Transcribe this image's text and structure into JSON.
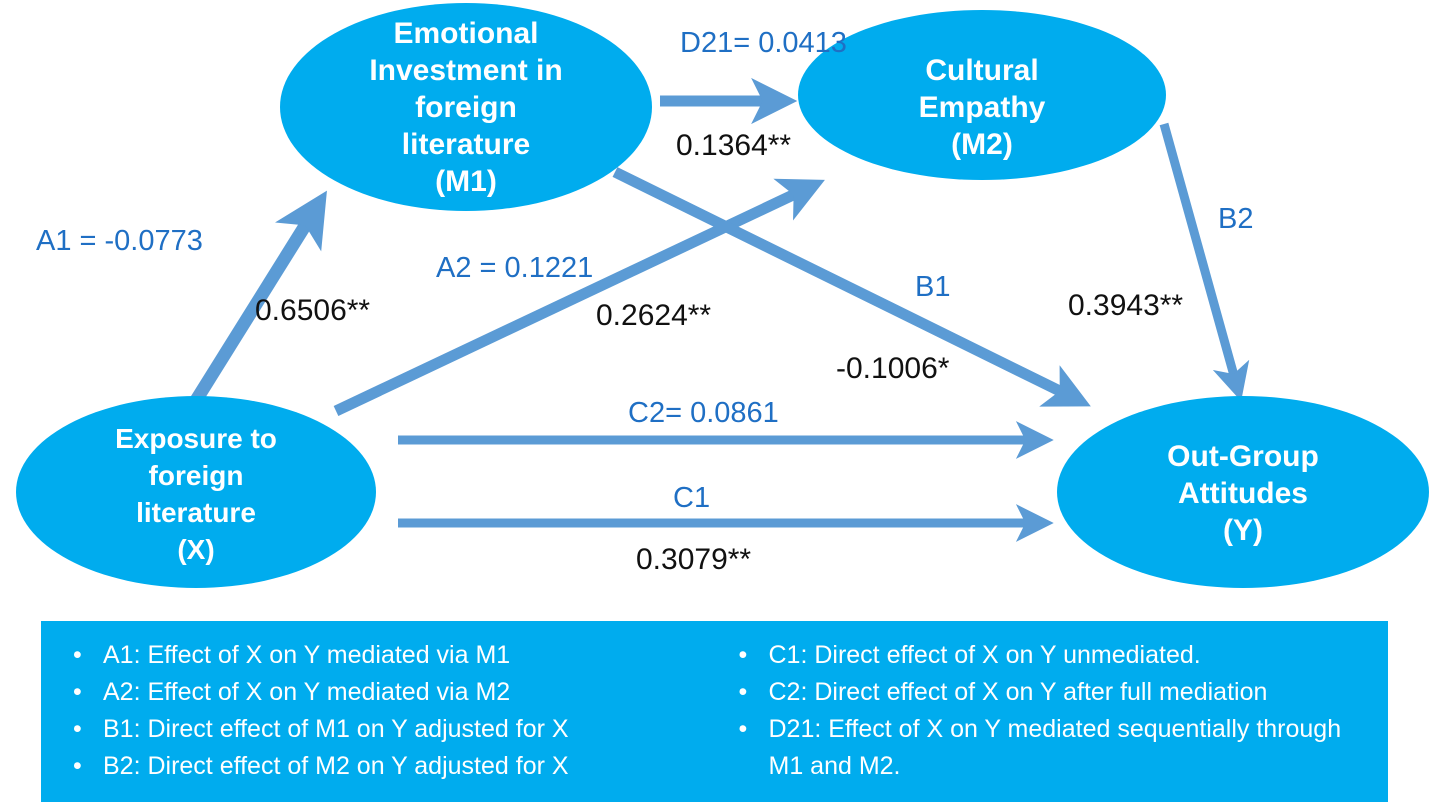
{
  "figure": {
    "type": "path-diagram",
    "title": "Serial mediation model of exposure to foreign literature on out-group attitudes",
    "colors": {
      "node_fill": "#00ACEE",
      "node_text": "#FFFFFF",
      "arrow": "#5B9BD5",
      "label_blue": "#1F6FC4",
      "label_black": "#111111",
      "legend_fill": "#00ACEE",
      "background": "#FFFFFF"
    }
  },
  "nodes": {
    "m1": {
      "name": "emotional-investment-m1",
      "lines": [
        "Emotional",
        "Investment in",
        "foreign",
        "literature",
        "(M1)"
      ]
    },
    "m2": {
      "name": "cultural-empathy-m2",
      "lines": [
        "Cultural",
        "Empathy",
        "(M2)"
      ]
    },
    "x": {
      "name": "exposure-x",
      "lines": [
        "Exposure to",
        "foreign",
        "literature",
        "(X)"
      ]
    },
    "y": {
      "name": "out-group-attitudes-y",
      "lines": [
        "Out-Group",
        "Attitudes",
        "(Y)"
      ]
    }
  },
  "paths": {
    "d21": {
      "label": "D21= 0.0413",
      "coefficient": "0.1364**",
      "from": "M1",
      "to": "M2"
    },
    "a1": {
      "label": "A1 = -0.0773",
      "coefficient": "0.6506**",
      "from": "X",
      "to": "M1"
    },
    "a2": {
      "label": "A2 = 0.1221",
      "coefficient": "0.2624**",
      "from": "X",
      "to": "M2"
    },
    "b1": {
      "label": "B1",
      "coefficient": "-0.1006*",
      "from": "M1",
      "to": "Y"
    },
    "b2": {
      "label": "B2",
      "coefficient": "0.3943**",
      "from": "M2",
      "to": "Y"
    },
    "c2": {
      "label": "C2= 0.0861",
      "coefficient": "",
      "from": "X",
      "to": "Y"
    },
    "c1": {
      "label": "C1",
      "coefficient": "0.3079**",
      "from": "X",
      "to": "Y"
    }
  },
  "legend": {
    "bullet": "•",
    "left": [
      "A1: Effect of X on Y mediated via M1",
      "A2: Effect of X on Y mediated via M2",
      "B1: Direct effect of M1 on Y adjusted for X",
      "B2: Direct effect of M2 on Y adjusted for X"
    ],
    "right": [
      "C1: Direct effect of X on Y unmediated.",
      "C2: Direct effect of X on Y after full mediation",
      "D21: Effect of X on Y mediated sequentially through M1 and M2."
    ]
  },
  "chart_data": {
    "type": "diagram",
    "title": "Serial mediation path model",
    "variables": [
      {
        "id": "X",
        "label": "Exposure to foreign literature"
      },
      {
        "id": "M1",
        "label": "Emotional Investment in foreign literature"
      },
      {
        "id": "M2",
        "label": "Cultural Empathy"
      },
      {
        "id": "Y",
        "label": "Out-Group Attitudes"
      }
    ],
    "edges": [
      {
        "path": "A1",
        "from": "X",
        "to": "M1",
        "effect": -0.0773,
        "coefficient": 0.6506,
        "significance": "**"
      },
      {
        "path": "A2",
        "from": "X",
        "to": "M2",
        "effect": 0.1221,
        "coefficient": 0.2624,
        "significance": "**"
      },
      {
        "path": "B1",
        "from": "M1",
        "to": "Y",
        "effect": null,
        "coefficient": -0.1006,
        "significance": "*"
      },
      {
        "path": "B2",
        "from": "M2",
        "to": "Y",
        "effect": null,
        "coefficient": 0.3943,
        "significance": "**"
      },
      {
        "path": "C1",
        "from": "X",
        "to": "Y",
        "effect": null,
        "coefficient": 0.3079,
        "significance": "**"
      },
      {
        "path": "C2",
        "from": "X",
        "to": "Y",
        "effect": 0.0861,
        "coefficient": null,
        "significance": ""
      },
      {
        "path": "D21",
        "from": "M1",
        "to": "M2",
        "effect": 0.0413,
        "coefficient": 0.1364,
        "significance": "**"
      }
    ]
  }
}
